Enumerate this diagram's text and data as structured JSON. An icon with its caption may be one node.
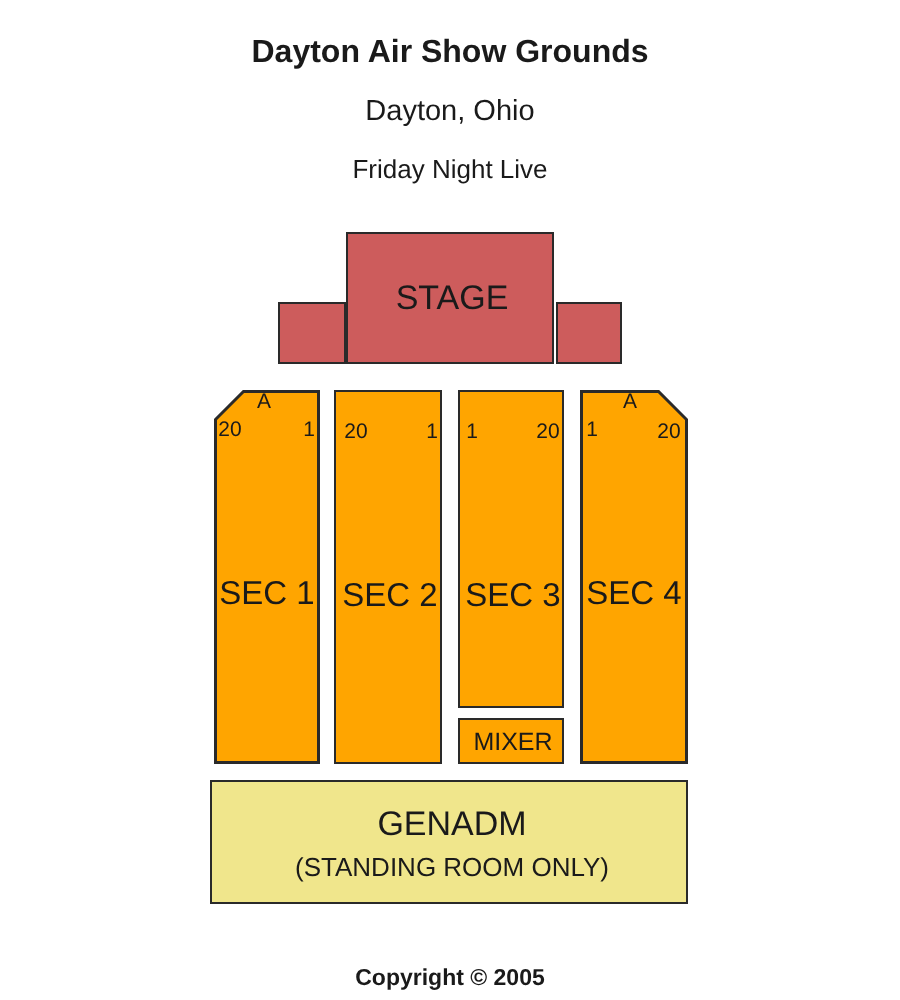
{
  "diagram": {
    "title": "Dayton Air Show Grounds",
    "nodes": [
      {
        "text": [],
        "shape": "box"
      },
      {
        "text": [
          "STAGE"
        ]
      },
      {
        "text": [],
        "shape": "box"
      },
      {
        "text": [
          "A",
          "20",
          "1",
          "SEC 1"
        ]
      },
      {
        "text": [
          "20",
          "1",
          "SEC 2"
        ]
      },
      {
        "text": [
          "1",
          "20",
          "SEC 3"
        ]
      },
      {
        "text": [
          "A",
          "1",
          "20",
          "SEC 4"
        ]
      },
      {
        "text": [
          "MIXER"
        ]
      },
      {
        "text": [
          "GENADM",
          "(STANDING ROOM ONLY)"
        ]
      }
    ],
    "labels": [
      "Dayton, Ohio",
      "Friday Night Live",
      "Copyright © 2005"
    ]
  }
}
